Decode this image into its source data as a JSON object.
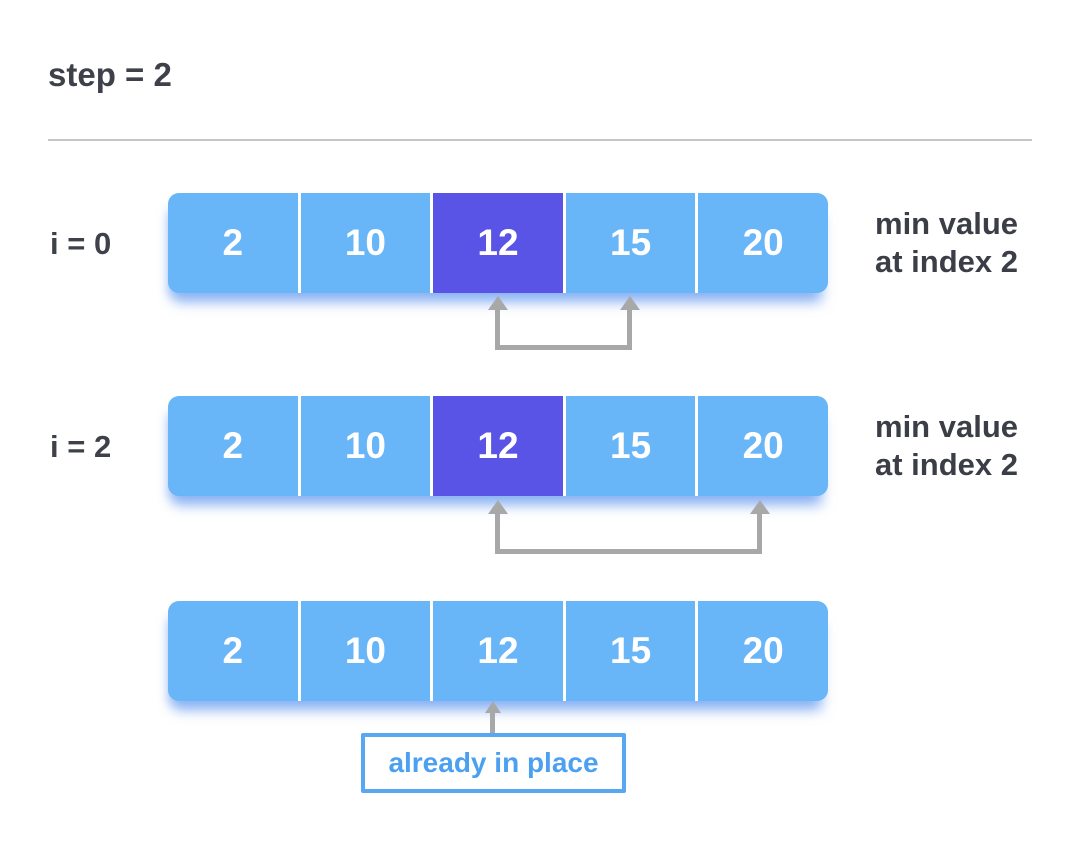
{
  "figure": {
    "title": "step = 2"
  },
  "colors": {
    "cell_blue": "#68b5f8",
    "cell_highlight_purple": "#5953e6",
    "cell_value_text": "#ffffff",
    "label_text": "#3e414a",
    "arrow_gray": "#a8a8a8",
    "separator_gray": "#c6c6c6",
    "callout_border_blue": "#57a7f2",
    "callout_text_blue": "#4ba1f0"
  },
  "rows": [
    {
      "label": "i = 0",
      "cells": [
        "2",
        "10",
        "12",
        "15",
        "20"
      ],
      "highlight_index": 2,
      "annotation": [
        "min value",
        "at index 2"
      ],
      "bracket": {
        "from_index": 2,
        "to_index": 3
      }
    },
    {
      "label": "i = 2",
      "cells": [
        "2",
        "10",
        "12",
        "15",
        "20"
      ],
      "highlight_index": 2,
      "annotation": [
        "min value",
        "at index 2"
      ],
      "bracket": {
        "from_index": 2,
        "to_index": 4
      }
    },
    {
      "label": "",
      "cells": [
        "2",
        "10",
        "12",
        "15",
        "20"
      ],
      "highlight_index": null,
      "pointer": {
        "index": 2,
        "label": "already in place"
      }
    }
  ]
}
